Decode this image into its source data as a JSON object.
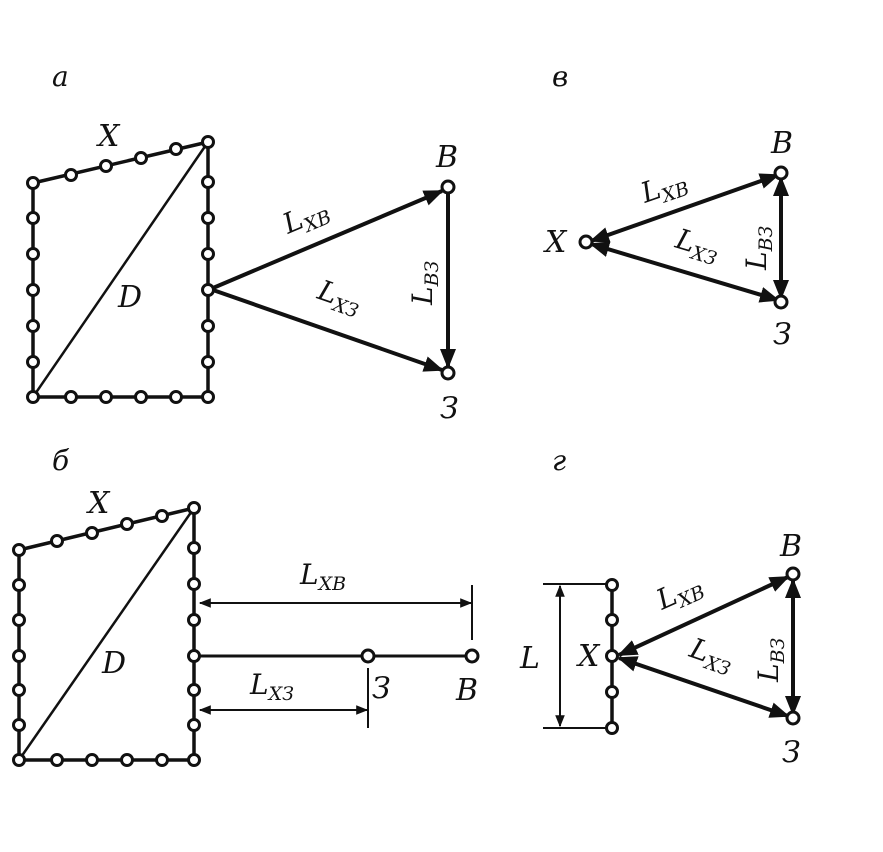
{
  "panels": {
    "a": {
      "label": "а",
      "X": "X",
      "D": "D",
      "B": "В",
      "Z": "З",
      "L_XB": {
        "main": "L",
        "sub": "ХВ"
      },
      "L_XZ": {
        "main": "L",
        "sub": "ХЗ"
      },
      "L_BZ": {
        "main": "L",
        "sub": "ВЗ"
      }
    },
    "b": {
      "label": "б",
      "X": "X",
      "D": "D",
      "B": "В",
      "Z": "З",
      "L_XB": {
        "main": "L",
        "sub": "ХВ"
      },
      "L_XZ": {
        "main": "L",
        "sub": "ХЗ"
      }
    },
    "v": {
      "label": "в",
      "X": "X",
      "B": "В",
      "Z": "З",
      "L_XB": {
        "main": "L",
        "sub": "ХВ"
      },
      "L_XZ": {
        "main": "L",
        "sub": "ХЗ"
      },
      "L_BZ": {
        "main": "L",
        "sub": "ВЗ"
      }
    },
    "g": {
      "label": "г",
      "X": "X",
      "L": "L",
      "B": "В",
      "Z": "З",
      "L_XB": {
        "main": "L",
        "sub": "ХВ"
      },
      "L_XZ": {
        "main": "L",
        "sub": "ХЗ"
      },
      "L_BZ": {
        "main": "L",
        "sub": "ВЗ"
      }
    }
  }
}
